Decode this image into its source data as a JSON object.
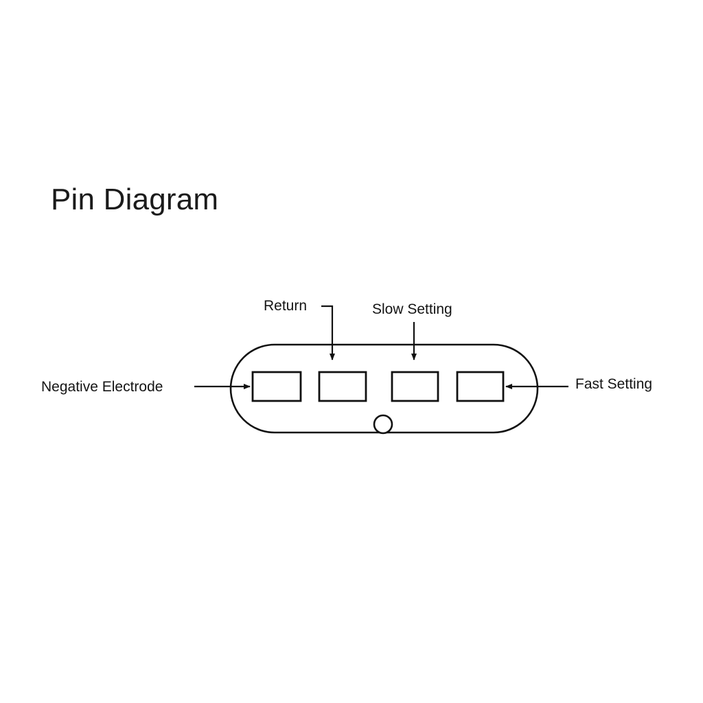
{
  "page": {
    "title": "Pin Diagram",
    "background_color": "#ffffff",
    "stroke_color": "#111111"
  },
  "diagram": {
    "type": "pin-diagram",
    "device_shape": "stadium-rounded-rectangle",
    "pin_count": 4,
    "pins": [
      {
        "index": 1,
        "label": "Negative Electrode",
        "callout_side": "left",
        "callout_style": "straight-horizontal"
      },
      {
        "index": 2,
        "label": "Return",
        "callout_side": "top",
        "callout_style": "elbow"
      },
      {
        "index": 3,
        "label": "Slow Setting",
        "callout_side": "top",
        "callout_style": "straight-vertical"
      },
      {
        "index": 4,
        "label": "Fast Setting",
        "callout_side": "right",
        "callout_style": "straight-horizontal"
      }
    ],
    "features": [
      {
        "name": "bottom-notch-circle",
        "shape": "circle"
      }
    ]
  },
  "labels": {
    "negative_electrode": "Negative Electrode",
    "return": "Return",
    "slow_setting": "Slow Setting",
    "fast_setting": "Fast Setting"
  }
}
